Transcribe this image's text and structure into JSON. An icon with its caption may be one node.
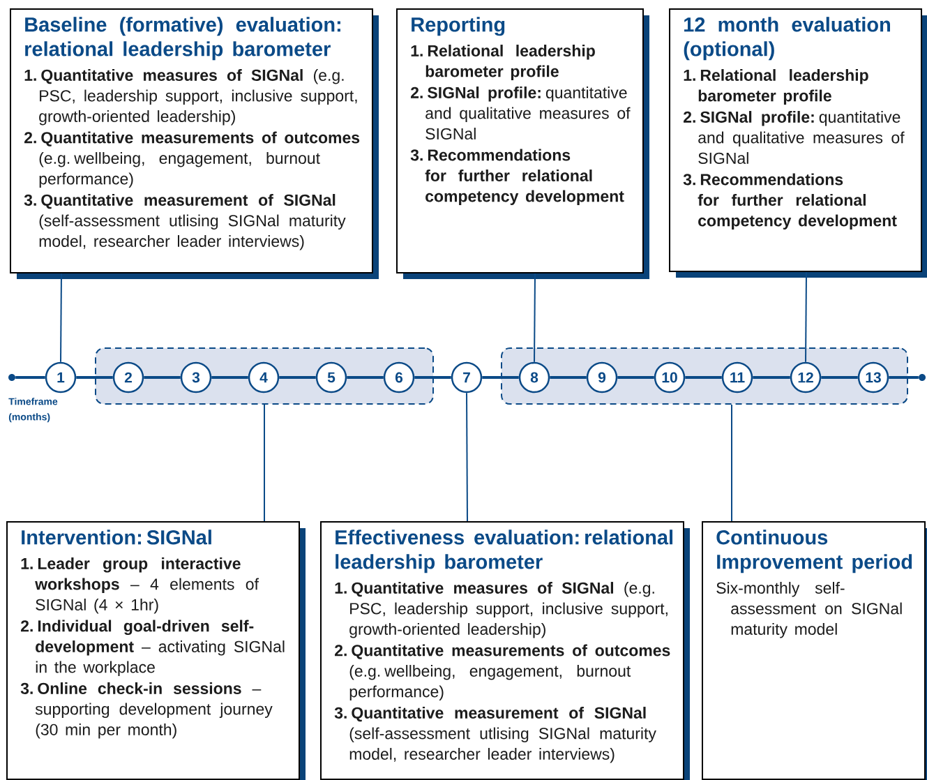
{
  "diagram": {
    "nodes": [
      {
        "text": [
          "Baseline (formative) evaluation: relational leadership barometer",
          "**1. Quantitative measures of SIGNal** (e.g. PSC, leadership support, inclusive support, growth-oriented leadership)",
          "**2. Quantitative measurements of outcomes** (e.g. wellbeing, engagement, burnout performance)",
          "**3. Quantitative measurement of SIGNal** (self-assessment utlising SIGNal maturity model, researcher leader interviews)"
        ]
      },
      {
        "text": [
          "Reporting",
          "**1. Relational leadership barometer profile**",
          "**2. SIGNal profile:** quantitative and qualitative measures of SIGNal",
          "**3. Recommendations for further relational competency development**"
        ]
      },
      {
        "text": [
          "12 month evaluation (optional)",
          "**1. Relational leadership barometer profile**",
          "**2. SIGNal profile:** quantitative and qualitative measures of SIGNal",
          "**3. Recommendations for further relational competency development**"
        ]
      },
      {
        "text": [],
        "shape": "circle"
      },
      {
        "text": [
          "1"
        ]
      },
      {
        "text": [],
        "shape": "box"
      },
      {
        "text": [
          "2"
        ],
        "in": 5
      },
      {
        "text": [
          "3"
        ],
        "in": 5
      },
      {
        "text": [
          "4"
        ],
        "in": 5
      },
      {
        "text": [
          "5"
        ],
        "in": 5
      },
      {
        "text": [
          "6"
        ],
        "in": 5
      },
      {
        "text": [
          "7"
        ]
      },
      {
        "text": [],
        "shape": "box"
      },
      {
        "text": [
          "8"
        ],
        "in": 12
      },
      {
        "text": [
          "9"
        ],
        "in": 12
      },
      {
        "text": [
          "10"
        ],
        "in": 12
      },
      {
        "text": [
          "11"
        ],
        "in": 12
      },
      {
        "text": [
          "12"
        ],
        "in": 12
      },
      {
        "text": [
          "13"
        ],
        "in": 12
      },
      {
        "text": [],
        "shape": "circle"
      },
      {
        "text": [
          "Intervention: SIGNal",
          "**1. Leader group interactive workshops** – 4 elements of SIGNal (4 × 1hr)",
          "**2. Individual goal-driven self-development** – activating SIGNal in the workplace",
          "**3. Online check-in sessions** – supporting development journey (30 min per month)"
        ]
      },
      {
        "text": [
          "Effectiveness evaluation: relational leadership barometer",
          "**1. Quantitative measures of SIGNal** (e.g. PSC, leadership support, inclusive support, growth-oriented leadership)",
          "**2. Quantitative measurements of outcomes** (e.g. wellbeing, engagement, burnout performance)",
          "**3. Quantitative measurement of SIGNal** (self-assessment utlising SIGNal maturity model, researcher leader interviews)"
        ]
      },
      {
        "text": [
          "Continuous Improvement period",
          "Six-monthly self-assessment on SIGNal maturity model"
        ]
      }
    ],
    "edges": [
      {
        "from": 3,
        "to": 4,
        "arrow": "none"
      },
      {
        "from": 4,
        "to": 6,
        "arrow": "none"
      },
      {
        "from": 6,
        "to": 7,
        "arrow": "none"
      },
      {
        "from": 7,
        "to": 8,
        "arrow": "none"
      },
      {
        "from": 8,
        "to": 9,
        "arrow": "none"
      },
      {
        "from": 9,
        "to": 10,
        "arrow": "none"
      },
      {
        "from": 10,
        "to": 11,
        "arrow": "none"
      },
      {
        "from": 11,
        "to": 13,
        "arrow": "none"
      },
      {
        "from": 13,
        "to": 14,
        "arrow": "none"
      },
      {
        "from": 14,
        "to": 15,
        "arrow": "none"
      },
      {
        "from": 15,
        "to": 16,
        "arrow": "none"
      },
      {
        "from": 16,
        "to": 17,
        "arrow": "none"
      },
      {
        "from": 17,
        "to": 18,
        "arrow": "none"
      },
      {
        "from": 18,
        "to": 19,
        "arrow": "none"
      },
      {
        "from": 0,
        "to": 4,
        "arrow": "none"
      },
      {
        "from": 1,
        "to": 13,
        "arrow": "none"
      },
      {
        "from": 2,
        "to": 17,
        "arrow": "none"
      },
      {
        "from": 20,
        "to": 5,
        "arrow": "none"
      },
      {
        "from": 21,
        "to": 11,
        "arrow": "none"
      },
      {
        "from": 22,
        "to": 12,
        "arrow": "none"
      }
    ],
    "labels": [
      "Timeframe (months)"
    ]
  }
}
